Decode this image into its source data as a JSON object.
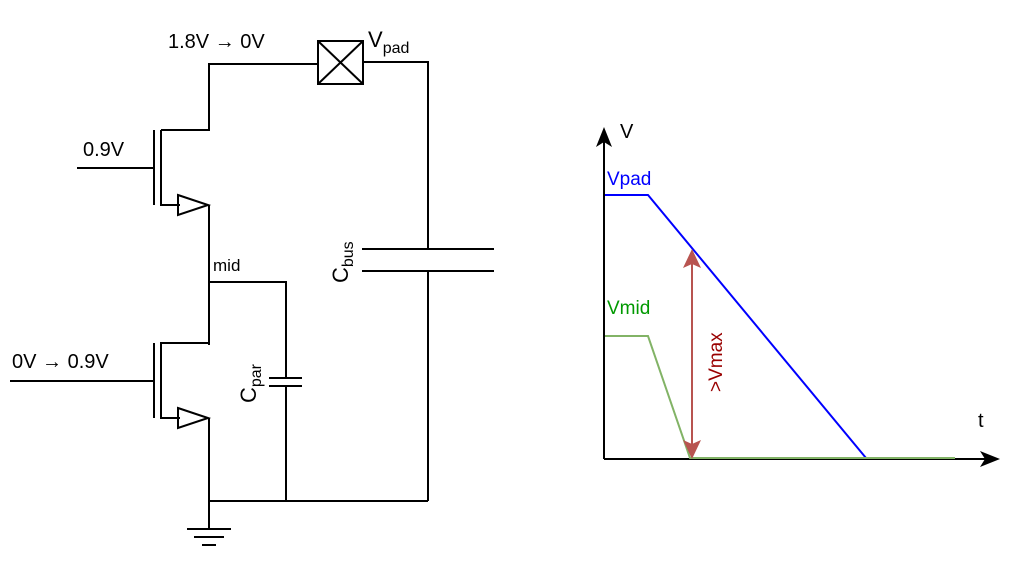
{
  "circuit": {
    "pad_transition_label": "1.8V → 0V",
    "pad_label_main": "V",
    "pad_label_sub": "pad",
    "top_gate_label": "0.9V",
    "bottom_gate_label": "0V → 0.9V",
    "mid_node_label": "mid",
    "cbus_label_main": "C",
    "cbus_label_sub": "bus",
    "cpar_label_main": "C",
    "cpar_label_sub": "par"
  },
  "graph": {
    "y_axis_label": "V",
    "x_axis_label": "t",
    "vpad_label": "Vpad",
    "vmid_label": "Vmid",
    "vmax_label": ">Vmax",
    "colors": {
      "vpad": "#0000ff",
      "vmid": "#82b366",
      "vmid_text": "#009900",
      "vmax_arrow": "#b85450",
      "vmax_text": "#990000",
      "axis": "#000000"
    }
  }
}
